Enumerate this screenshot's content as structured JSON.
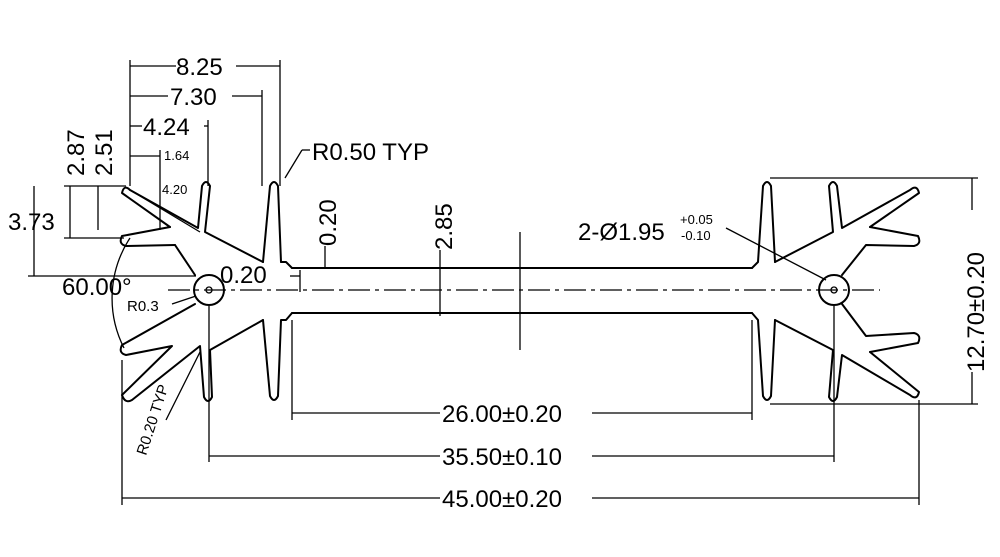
{
  "dimensions": {
    "d_8_25": "8.25",
    "d_7_30": "7.30",
    "d_4_24": "4.24",
    "d_2_87": "2.87",
    "d_2_51": "2.51",
    "d_1_64": "1.64",
    "d_4_20": "4.20",
    "d_3_73": "3.73",
    "d_0_20_vertical": "0.20",
    "d_0_20_horizontal": "0.20",
    "d_2_85": "2.85",
    "angle": "60.00°",
    "radius_small": "R0.3",
    "radius_fin_root": "R0.20 TYP",
    "radius_fin_tip": "R0.50 TYP",
    "hole_label": "2-Ø1.95",
    "hole_tol_upper": "+0.05",
    "hole_tol_lower": "-0.10",
    "width_inner": "26.00±0.20",
    "width_holes": "35.50±0.10",
    "width_overall": "45.00±0.20",
    "height_overall": "12.70±0.20"
  }
}
